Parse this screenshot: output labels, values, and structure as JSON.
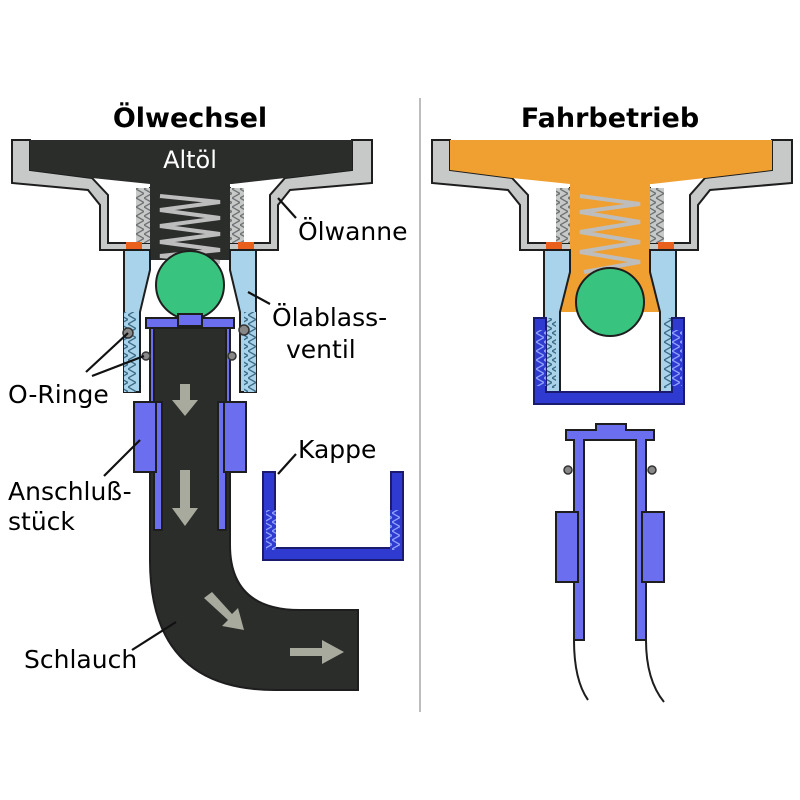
{
  "titles": {
    "left": "Ölwechsel",
    "right": "Fahrbetrieb"
  },
  "labels": {
    "altoel": "Altöl",
    "oelwanne": "Ölwanne",
    "ventil_line1": "Ölablass-",
    "ventil_line2": "ventil",
    "o_ringe": "O-Ringe",
    "anschluss_line1": "Anschluß-",
    "anschluss_line2": "stück",
    "schlauch": "Schlauch",
    "kappe": "Kappe"
  },
  "colors": {
    "old_oil": "#2b2d2b",
    "fresh_oil": "#f0a030",
    "housing": "#c7c9c9",
    "valve_body": "#a9d3ea",
    "ball": "#38c47f",
    "fitting": "#6c6ef0",
    "cap": "#2f3bd0",
    "seal": "#e8601c",
    "arrow": "#a9aa9e",
    "divider": "#bdbdbd"
  }
}
